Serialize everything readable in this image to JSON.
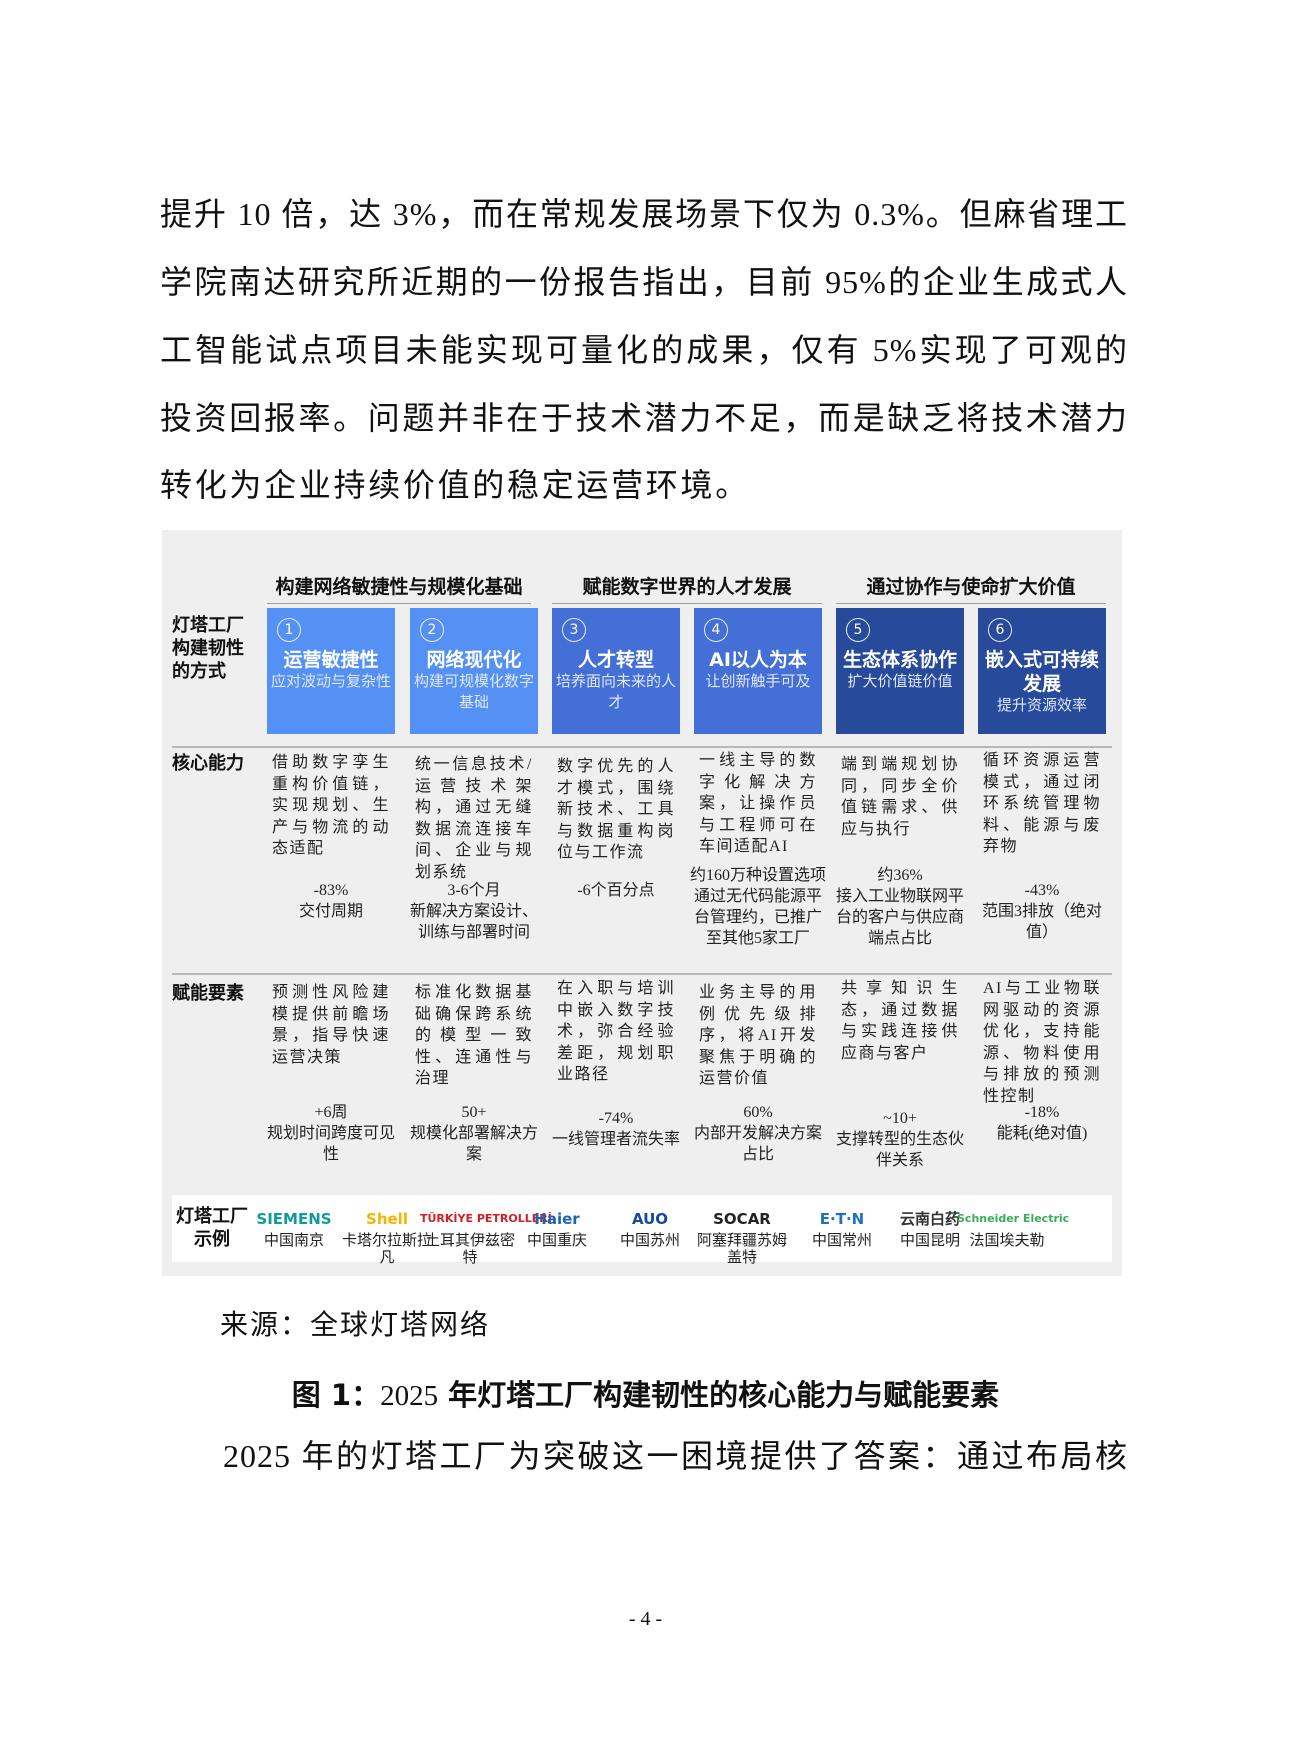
{
  "body_text": {
    "lines": [
      "提升 10 倍，达 3%，而在常规发展场景下仅为 0.3%。但麻省理工",
      "学院南达研究所近期的一份报告指出，目前 95%的企业生成式人",
      "工智能试点项目未能实现可量化的成果，仅有 5%实现了可观的",
      "投资回报率。问题并非在于技术潜力不足，而是缺乏将技术潜力",
      "转化为企业持续价值的稳定运营环境。"
    ]
  },
  "figure": {
    "groups": [
      "构建网络敏捷性与规模化基础",
      "赋能数字世界的人才发展",
      "通过协作与使命扩大价值"
    ],
    "row_labels": {
      "approach": "灯塔工厂构建韧性的方式",
      "core": "核心能力",
      "enablers": "赋能要素",
      "examples": "灯塔工厂示例"
    },
    "colors": {
      "box_light": "#5591f4",
      "box_mid": "#436fd6",
      "box_dark": "#274a9b",
      "background": "#efefef"
    },
    "columns": [
      {
        "num": "1",
        "title": "运营敏捷性",
        "sub": "应对波动与复杂性",
        "core": "借助数字孪生重构价值链，实现规划、生产与物流的动态适配",
        "core_metric": {
          "value": "-83%",
          "label": "交付周期"
        },
        "enabler": "预测性风险建模提供前瞻场景，指导快速运营决策",
        "enabler_metric": {
          "value": "+6周",
          "label": "规划时间跨度可见性"
        }
      },
      {
        "num": "2",
        "title": "网络现代化",
        "sub": "构建可规模化数字基础",
        "core": "统一信息技术/运营技术架构，通过无缝数据流连接车间、企业与规划系统",
        "core_metric": {
          "value": "3-6个月",
          "label": "新解决方案设计、训练与部署时间"
        },
        "enabler": "标准化数据基础确保跨系统的模型一致性、连通性与治理",
        "enabler_metric": {
          "value": "50+",
          "label": "规模化部署解决方案"
        }
      },
      {
        "num": "3",
        "title": "人才转型",
        "sub": "培养面向未来的人才",
        "core": "数字优先的人才模式，围绕新技术、工具与数据重构岗位与工作流",
        "core_metric": {
          "value": "-6个百分点",
          "label": ""
        },
        "enabler": "在入职与培训中嵌入数字技术，弥合经验差距，规划职业路径",
        "enabler_metric": {
          "value": "-74%",
          "label": "一线管理者流失率"
        }
      },
      {
        "num": "4",
        "title": "AI以人为本",
        "sub": "让创新触手可及",
        "core": "一线主导的数字化解决方案，让操作员与工程师可在车间适配AI",
        "core_metric": {
          "value": "约160万种设置选项",
          "label": "通过无代码能源平台管理约，已推广至其他5家工厂"
        },
        "enabler": "业务主导的用例优先级排序，将AI开发聚焦于明确的运营价值",
        "enabler_metric": {
          "value": "60%",
          "label": "内部开发解决方案占比"
        }
      },
      {
        "num": "5",
        "title": "生态体系协作",
        "sub": "扩大价值链价值",
        "core": "端到端规划协同，同步全价值链需求、供应与执行",
        "core_metric": {
          "value": "约36%",
          "label": "接入工业物联网平台的客户与供应商端点占比"
        },
        "enabler": "共享知识生态，通过数据与实践连接供应商与客户",
        "enabler_metric": {
          "value": "~10+",
          "label": "支撑转型的生态伙伴关系"
        }
      },
      {
        "num": "6",
        "title": "嵌入式可持续发展",
        "sub": "提升资源效率",
        "core": "循环资源运营模式，通过闭环系统管理物料、能源与废弃物",
        "core_metric": {
          "value": "-43%",
          "label": "范围3排放（绝对值）"
        },
        "enabler": "AI与工业物联网驱动的资源优化，支持能源、物料使用与排放的预测性控制",
        "enabler_metric": {
          "value": "-18%",
          "label": "能耗(绝对值)"
        }
      }
    ],
    "examples": [
      {
        "logo": "SIEMENS",
        "location": "中国南京",
        "color": "#0f9b9b"
      },
      {
        "logo": "Shell",
        "location": "卡塔尔拉斯拉凡",
        "color": "#f5b400"
      },
      {
        "logo": "TÜRKİYE PETROLLERİ",
        "location": "土耳其伊兹密特",
        "color": "#d21f26"
      },
      {
        "logo": "Haier",
        "location": "中国重庆",
        "color": "#1e64b4"
      },
      {
        "logo": "AUO",
        "location": "中国苏州",
        "color": "#134a9c"
      },
      {
        "logo": "SOCAR",
        "location": "阿塞拜疆苏姆盖特",
        "color": "#222222"
      },
      {
        "logo": "E·T·N",
        "location": "中国常州",
        "color": "#1f6fc5"
      },
      {
        "logo": "云南白药",
        "location": "中国昆明",
        "color": "#333333"
      },
      {
        "logo": "Schneider Electric",
        "location": "法国埃夫勒",
        "color": "#3dab5a"
      }
    ]
  },
  "source": "来源：全球灯塔网络",
  "caption": {
    "prefix": "图 1：",
    "year": "2025",
    "text": " 年灯塔工厂构建韧性的核心能力与赋能要素"
  },
  "closing_line": "2025 年的灯塔工厂为突破这一困境提供了答案：通过布局核",
  "page_number": "- 4 -"
}
